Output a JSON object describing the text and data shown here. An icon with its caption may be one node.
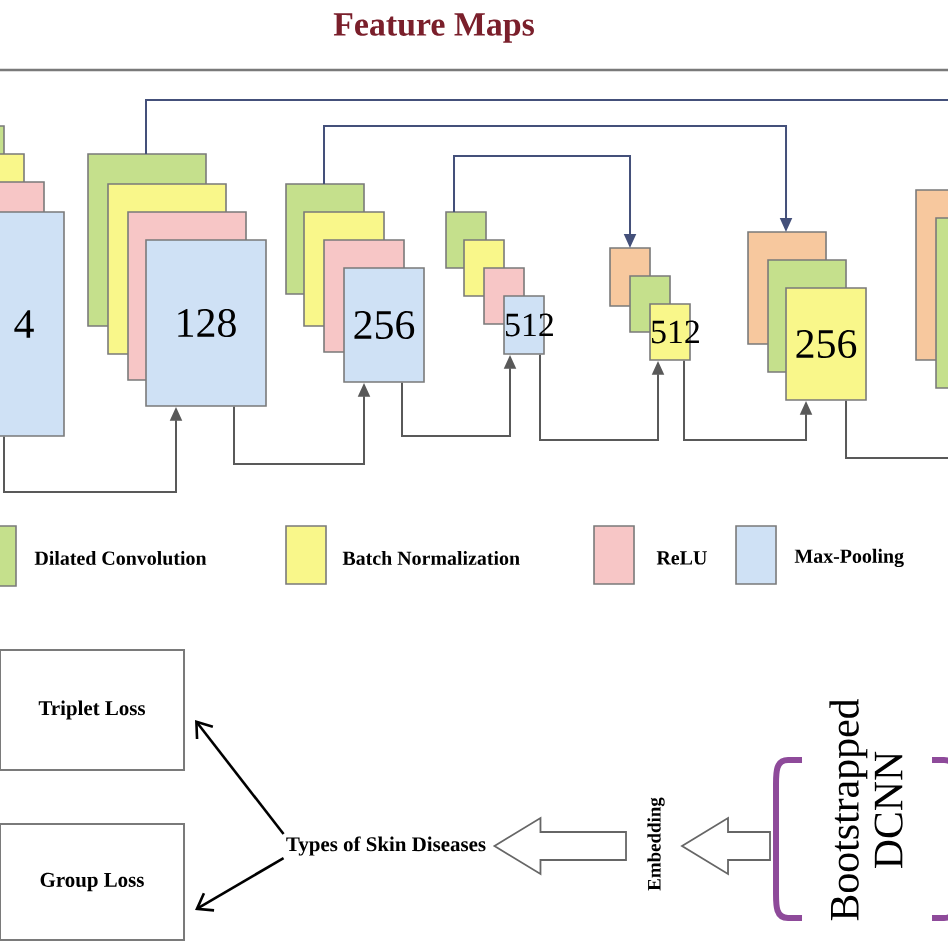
{
  "diagram": {
    "title": "Feature Maps",
    "nodes": [
      {
        "text": [
          "4"
        ]
      },
      {
        "text": [
          "128"
        ]
      },
      {
        "text": [
          "256"
        ]
      },
      {
        "text": [
          "512"
        ]
      },
      {
        "text": [
          "512"
        ]
      },
      {
        "text": [
          "256"
        ]
      },
      {
        "text": [],
        "shape": "box"
      },
      {
        "text": [
          "Triplet Loss"
        ]
      },
      {
        "text": [
          "Group Loss"
        ]
      },
      {
        "text": [
          "Types of Skin Diseases"
        ]
      },
      {
        "text": [
          "Embedding"
        ]
      },
      {
        "text": [
          "Bootstrapped DCNN"
        ]
      }
    ],
    "edges": [
      {
        "from": 0,
        "to": 1,
        "arrow": "to"
      },
      {
        "from": 1,
        "to": 2,
        "arrow": "to"
      },
      {
        "from": 2,
        "to": 3,
        "arrow": "to"
      },
      {
        "from": 3,
        "to": 4,
        "arrow": "to"
      },
      {
        "from": 4,
        "to": 5,
        "arrow": "to"
      },
      {
        "from": 5,
        "to": null,
        "arrow": "none"
      },
      {
        "from": 1,
        "to": null,
        "arrow": "none",
        "color": "#44507a"
      },
      {
        "from": 2,
        "to": 5,
        "arrow": "to",
        "color": "#44507a"
      },
      {
        "from": 3,
        "to": 4,
        "arrow": "to",
        "color": "#44507a"
      },
      {
        "from": 9,
        "to": 7,
        "arrow": "to",
        "color": "#000000"
      },
      {
        "from": 9,
        "to": 8,
        "arrow": "to",
        "color": "#000000"
      },
      {
        "from": 10,
        "to": 9,
        "arrow": "to",
        "style": "thick"
      },
      {
        "from": 11,
        "to": 10,
        "arrow": "to",
        "style": "thick"
      }
    ],
    "legend": [
      {
        "text": "Dilated Convolution",
        "color": "#c5e08c"
      },
      {
        "text": "Batch Normalization",
        "color": "#f9f78a"
      },
      {
        "text": "ReLU",
        "color": "#f7c6c6"
      },
      {
        "text": "Max-Pooling",
        "color": "#cfe1f5"
      }
    ]
  }
}
